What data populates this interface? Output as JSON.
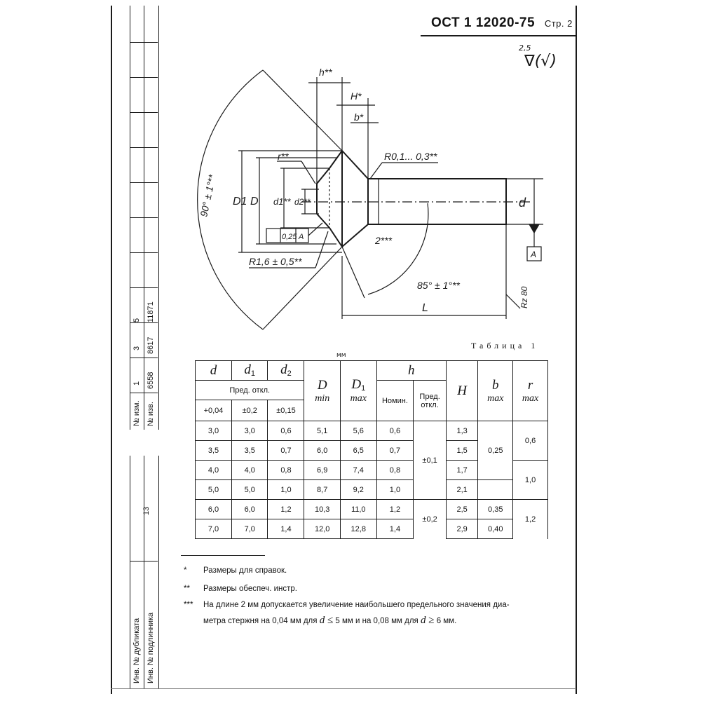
{
  "header": {
    "standard": "ОСТ 1  12020-75",
    "page": "Стр. 2"
  },
  "roughness": {
    "value": "2,5",
    "extra": "(√)"
  },
  "stamp": {
    "izm_label": "№ изм.",
    "izv_label": "№ изв.",
    "izm": [
      "1",
      "3",
      "5"
    ],
    "izv": [
      "6558",
      "8617",
      "11871"
    ],
    "sheet": "13",
    "dup_label": "Инв. № дубликата",
    "orig_label": "Инв. № подлинника"
  },
  "drawing": {
    "h": "h**",
    "H": "H*",
    "b": "b*",
    "r": "r**",
    "R01": "R0,1... 0,3**",
    "D1": "D1",
    "D": "D",
    "d1": "d1**",
    "d2": "d2**",
    "tol": "0,25",
    "datum": "A",
    "datum2": "A",
    "R16": "R1,6 ± 0,5**",
    "two": "2***",
    "angle90": "90° ± 1°**",
    "angle85": "85° ± 1°**",
    "L": "L",
    "d": "d",
    "rz": "Rz 80"
  },
  "table": {
    "caption": "Таблица 1",
    "units": "мм",
    "head": {
      "d": "d",
      "d1": "d",
      "d1sub": "1",
      "d2": "d",
      "d2sub": "2",
      "D": "D",
      "D_min": "min",
      "D1": "D",
      "D1sub": "1",
      "D1_max": "max",
      "h": "h",
      "H": "H",
      "b": "b",
      "b_max": "max",
      "r": "r",
      "r_max": "max",
      "pred_otkl": "Пред. откл.",
      "tol_d": "+0,04",
      "tol_d1": "±0,2",
      "tol_d2": "±0,15",
      "nomin": "Номин.",
      "h_pred": "Пред. откл."
    },
    "rows": [
      {
        "d": "3,0",
        "d1": "3,0",
        "d2": "0,6",
        "D": "5,1",
        "D1": "5,6",
        "h": "0,6",
        "H": "1,3"
      },
      {
        "d": "3,5",
        "d1": "3,5",
        "d2": "0,7",
        "D": "6,0",
        "D1": "6,5",
        "h": "0,7",
        "H": "1,5"
      },
      {
        "d": "4,0",
        "d1": "4,0",
        "d2": "0,8",
        "D": "6,9",
        "D1": "7,4",
        "h": "0,8",
        "H": "1,7"
      },
      {
        "d": "5,0",
        "d1": "5,0",
        "d2": "1,0",
        "D": "8,7",
        "D1": "9,2",
        "h": "1,0",
        "H": "2,1"
      },
      {
        "d": "6,0",
        "d1": "6,0",
        "d2": "1,2",
        "D": "10,3",
        "D1": "11,0",
        "h": "1,2",
        "H": "2,5"
      },
      {
        "d": "7,0",
        "d1": "7,0",
        "d2": "1,4",
        "D": "12,0",
        "D1": "12,8",
        "h": "1,4",
        "H": "2,9"
      }
    ],
    "h_tol_1": "±0,1",
    "h_tol_2": "±0,2",
    "b_1": "0,25",
    "b_2": "0,35",
    "b_3": "0,40",
    "r_1": "0,6",
    "r_2": "1,0",
    "r_3": "1,2"
  },
  "notes": [
    {
      "mark": "*",
      "text": "Размеры для справок."
    },
    {
      "mark": "**",
      "text": "Размеры обеспеч. инстр."
    },
    {
      "mark": "***",
      "line1": "На длине 2 мм допускается увеличение наибольшего предельного значения диа-",
      "line2a": "метра стержня на 0,04 мм для",
      "sym_a": "d ≤",
      "line2b": "5 мм и на 0,08 мм для",
      "sym_b": "d ≥",
      "line2c": "6 мм."
    }
  ]
}
